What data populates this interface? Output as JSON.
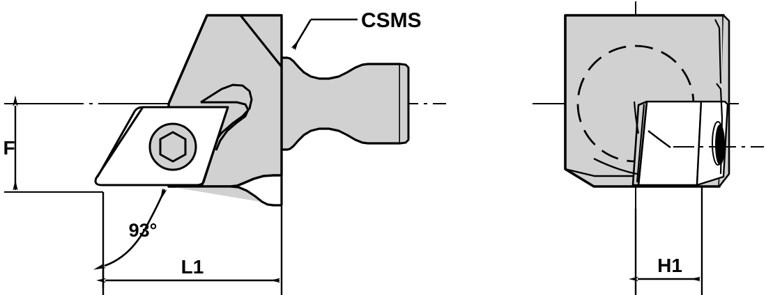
{
  "drawing": {
    "type": "technical-engineering-drawing",
    "subject": "Indexable turning toolholder cutting unit head with modular quick-change shank",
    "views": [
      {
        "id": "side-view",
        "name": "Side view (left)",
        "position": "left"
      },
      {
        "id": "end-view",
        "name": "End view (right)",
        "position": "right"
      }
    ],
    "colors": {
      "line": "#000000",
      "body_fill": "#d1d1d1",
      "insert_fill": "#ffffff",
      "screw_fill": "#d1d1d1",
      "background": "#ffffff"
    }
  },
  "labels": {
    "csms": "CSMS",
    "f": "F",
    "l1": "L1",
    "h1": "H1",
    "angle": "93°"
  },
  "annotations": [
    {
      "name": "csms-callout",
      "text": "CSMS",
      "type": "leader-callout",
      "points_to": "coupling-shank-transition"
    },
    {
      "name": "f-dimension",
      "text": "F",
      "type": "linear-dimension",
      "orientation": "vertical",
      "measures": "centerline to insert bottom face"
    },
    {
      "name": "l1-dimension",
      "text": "L1",
      "type": "linear-dimension",
      "orientation": "horizontal",
      "measures": "cutting edge to coupling face"
    },
    {
      "name": "h1-dimension",
      "text": "H1",
      "type": "linear-dimension",
      "orientation": "horizontal",
      "measures": "centerline to cutting edge, end view"
    },
    {
      "name": "lead-angle",
      "text": "93°",
      "type": "angular-dimension",
      "measures": "lead angle of cutting edge"
    }
  ],
  "features": {
    "insert": {
      "name": "indexable-insert",
      "shape": "rhombic-80-degree"
    },
    "screw": {
      "name": "clamping-screw",
      "drive": "hex-socket"
    },
    "shank": {
      "name": "modular-coupling-shank",
      "profile": "waisted"
    },
    "bore": {
      "name": "hidden-coupling-bore",
      "linetype": "dashed-circle"
    },
    "centerlines": {
      "name": "axis-centerlines",
      "linetype": "dash-dot"
    }
  }
}
